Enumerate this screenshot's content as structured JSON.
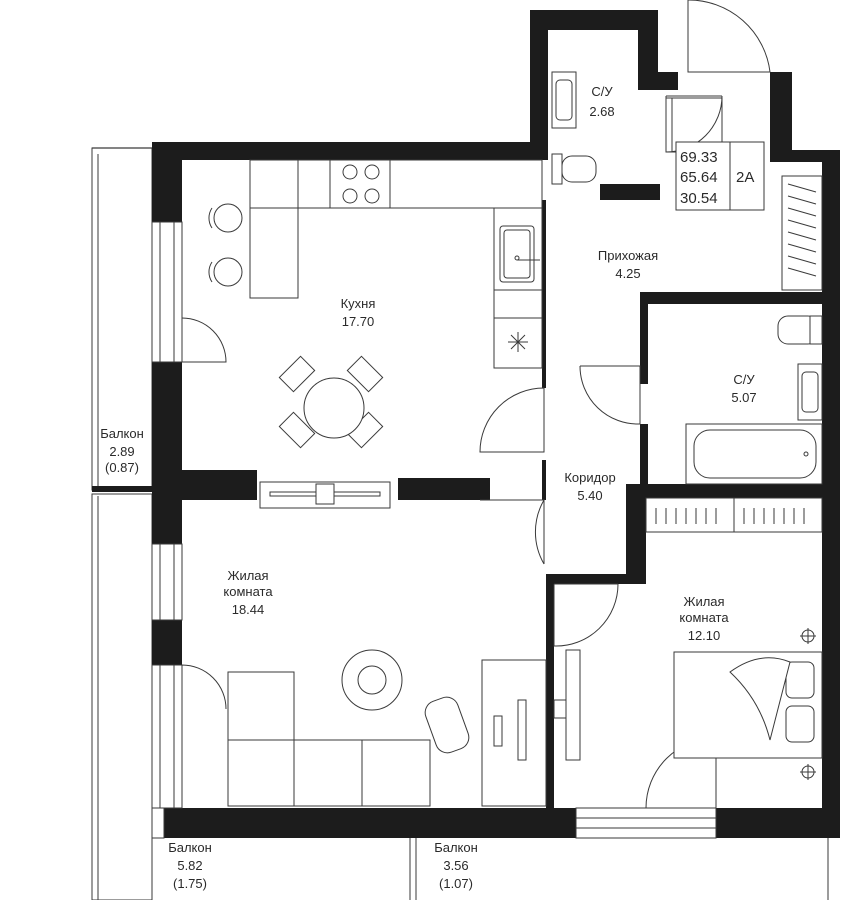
{
  "apartment": {
    "total_area": "69.33",
    "area_no_balcony": "65.64",
    "living_area": "30.54",
    "type": "2А"
  },
  "rooms": {
    "bath_small": {
      "name": "С/У",
      "area": "2.68"
    },
    "hallway": {
      "name": "Прихожая",
      "area": "4.25"
    },
    "kitchen": {
      "name": "Кухня",
      "area": "17.70"
    },
    "bath_large": {
      "name": "С/У",
      "area": "5.07"
    },
    "corridor": {
      "name": "Коридор",
      "area": "5.40"
    },
    "living_main": {
      "name1": "Жилая",
      "name2": "комната",
      "area": "18.44"
    },
    "living_small": {
      "name1": "Жилая",
      "name2": "комната",
      "area": "12.10"
    },
    "balcony_left": {
      "name": "Балкон",
      "area": "2.89",
      "reduced": "(0.87)"
    },
    "balcony_bottom_left": {
      "name": "Балкон",
      "area": "5.82",
      "reduced": "(1.75)"
    },
    "balcony_bottom_right": {
      "name": "Балкон",
      "area": "3.56",
      "reduced": "(1.07)"
    }
  },
  "colors": {
    "wall": "#1c1c1c",
    "line": "#3a3a3a",
    "background": "#ffffff"
  }
}
